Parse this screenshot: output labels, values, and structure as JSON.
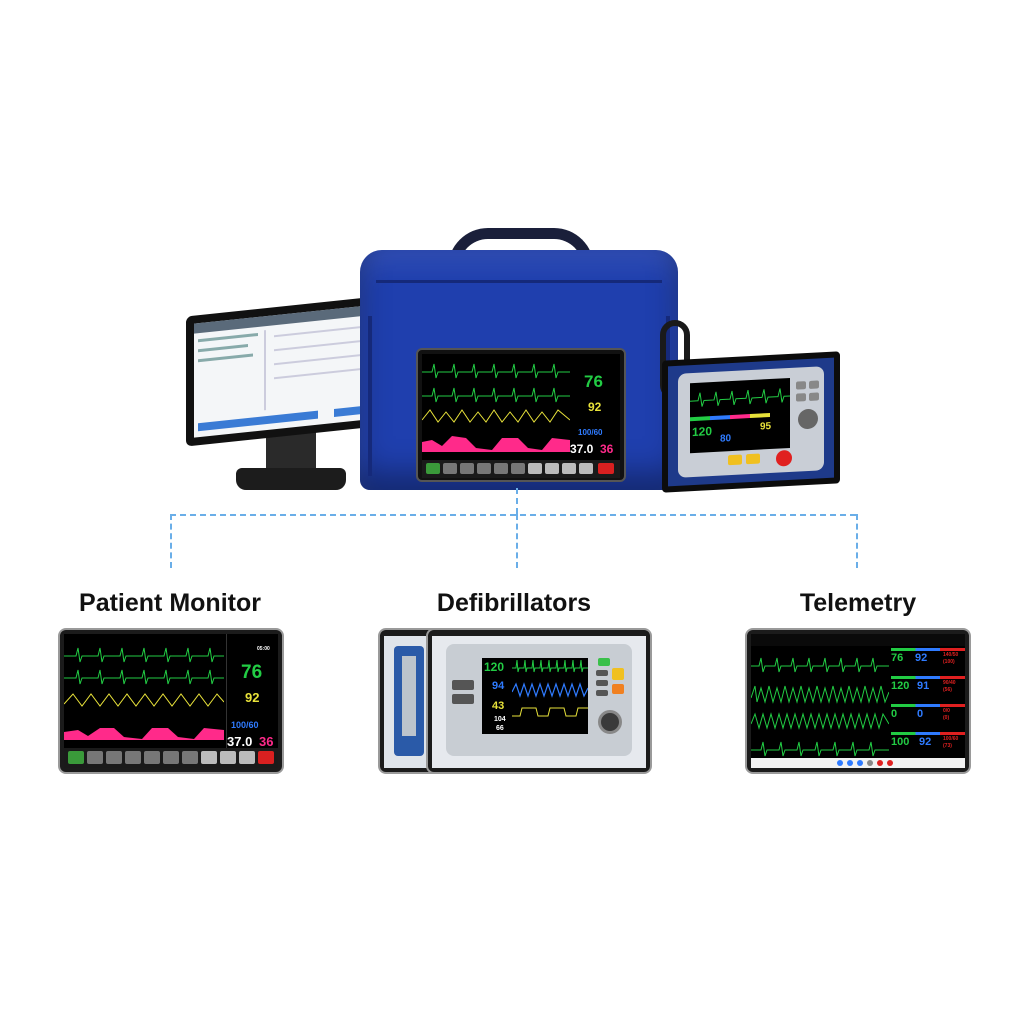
{
  "sections": [
    {
      "title": "Patient Monitor"
    },
    {
      "title": "Defibrillators"
    },
    {
      "title": "Telemetry"
    }
  ],
  "hero": {
    "bag_monitor": {
      "hr": "76",
      "spo2": "92",
      "nibp": "100/60",
      "temp": "37.0",
      "resp": "36"
    },
    "right_tablet": {
      "hr": "120",
      "spo2": "95",
      "sub": "80"
    }
  },
  "patient_monitor": {
    "hr": "76",
    "spo2": "92",
    "nibp": "100/60",
    "temp": "37.0",
    "resp": "36",
    "time": "05:00"
  },
  "defibrillator": {
    "hr": "120",
    "spo2": "94",
    "etco2": "43",
    "nibp_sys": "104",
    "nibp_dia": "66"
  },
  "telemetry": {
    "rows": [
      {
        "hr": "76",
        "spo2": "92",
        "bp": "140/50",
        "map": "(100)"
      },
      {
        "hr": "120",
        "spo2": "91",
        "bp": "90/40",
        "map": "(56)"
      },
      {
        "hr": "0",
        "spo2": "0",
        "bp": "0/0",
        "map": "(0)"
      },
      {
        "hr": "100",
        "spo2": "92",
        "bp": "100/60",
        "map": "(73)"
      }
    ]
  },
  "colors": {
    "connector": "#6aaee8",
    "bag": "#1f3fae",
    "ecg": "#22cc44",
    "spo2": "#e8e23a",
    "nibp": "#2f7bff",
    "resp": "#ff2a8a",
    "temp": "#ffffff"
  }
}
